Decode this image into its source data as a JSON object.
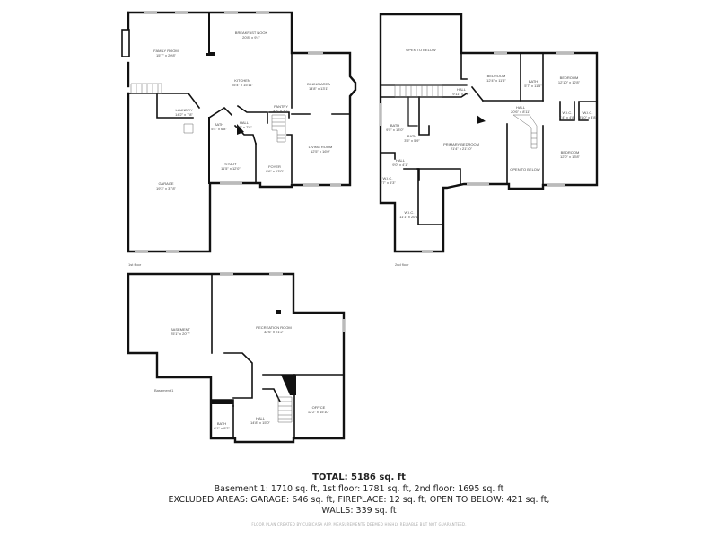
{
  "floors": {
    "first": {
      "label": "1st floor",
      "rooms": {
        "family_room": {
          "name": "FAMILY ROOM",
          "dims": "15'7\" x 20'8\""
        },
        "breakfast_nook": {
          "name": "BREAKFAST NOOK",
          "dims": "20'8\" x 9'4\""
        },
        "kitchen": {
          "name": "KITCHEN",
          "dims": "25'4\" x 15'11\""
        },
        "dining_area": {
          "name": "DINING AREA",
          "dims": "14'8\" x 13'1\""
        },
        "laundry": {
          "name": "LAUNDRY",
          "dims": "14'2\" x 7'8\""
        },
        "pantry": {
          "name": "PANTRY",
          "dims": "4'8\" x 3'2\""
        },
        "bath": {
          "name": "BATH",
          "dims": "5'4\" x 6'8\""
        },
        "hall": {
          "name": "HALL",
          "dims": "8'1\" x 7'8\""
        },
        "study": {
          "name": "STUDY",
          "dims": "11'5\" x 12'0\""
        },
        "foyer": {
          "name": "FOYER",
          "dims": "9'6\" x 13'0\""
        },
        "living_room": {
          "name": "LIVING ROOM",
          "dims": "12'5\" x 16'0\""
        },
        "garage": {
          "name": "GARAGE",
          "dims": "19'3\" x 37'8\""
        }
      }
    },
    "second": {
      "label": "2nd floor",
      "rooms": {
        "open_to_below_1": {
          "name": "OPEN TO BELOW",
          "dims": ""
        },
        "bedroom_1": {
          "name": "BEDROOM",
          "dims": "12'4\" x 11'5\""
        },
        "bath_1": {
          "name": "BATH",
          "dims": "5'7\" x 11'5\""
        },
        "bedroom_2": {
          "name": "BEDROOM",
          "dims": "12'10\" x 12'8\""
        },
        "hall_1": {
          "name": "HALL",
          "dims": "9'11\" x 4'6\""
        },
        "hall_2": {
          "name": "HALL",
          "dims": "20'6\" x 8'11\""
        },
        "wic_1": {
          "name": "W.I.C.",
          "dims": "4'4\" x 4'8\""
        },
        "wic_2": {
          "name": "W.I.C.",
          "dims": "3'10\" x 4'8\""
        },
        "bath_2": {
          "name": "BATH",
          "dims": "9'5\" x 13'0\""
        },
        "bath_3": {
          "name": "BATH",
          "dims": "3'5\" x 5'9\""
        },
        "primary_bedroom": {
          "name": "PRIMARY BEDROOM",
          "dims": "21'4\" x 21'10\""
        },
        "hall_3": {
          "name": "HALL",
          "dims": "9'0\" x 4'1\""
        },
        "wic_3": {
          "name": "W.I.C.",
          "dims": "5'7\" x 5'3\""
        },
        "wic_4": {
          "name": "W.I.C.",
          "dims": "11'1\" x 20'1\""
        },
        "open_to_below_2": {
          "name": "OPEN TO BELOW",
          "dims": ""
        },
        "bedroom_3": {
          "name": "BEDROOM",
          "dims": "12'0\" x 13'8\""
        }
      }
    },
    "basement": {
      "label": "Basement 1",
      "rooms": {
        "basement": {
          "name": "BASEMENT",
          "dims": "25'1\" x 20'7\""
        },
        "recreation_room": {
          "name": "RECREATION ROOM",
          "dims": "32'6\" x 21'2\""
        },
        "office": {
          "name": "OFFICE",
          "dims": "12'2\" x 15'10\""
        },
        "hall": {
          "name": "HALL",
          "dims": "14'8\" x 15'0\""
        },
        "bath": {
          "name": "BATH",
          "dims": "6'1\" x 9'2\""
        }
      }
    }
  },
  "summary": {
    "total": "TOTAL: 5186 sq. ft",
    "floors_line": "Basement 1: 1710 sq. ft, 1st floor: 1781 sq. ft, 2nd floor: 1695 sq. ft",
    "excluded_line": "EXCLUDED AREAS: GARAGE: 646 sq. ft, FIREPLACE: 12 sq. ft, OPEN TO BELOW: 421 sq. ft,",
    "walls_line": "WALLS: 339 sq. ft",
    "disclaimer": "FLOOR PLAN CREATED BY CUBICASA APP. MEASUREMENTS DEEMED HIGHLY RELIABLE BUT NOT GUARANTEED."
  }
}
